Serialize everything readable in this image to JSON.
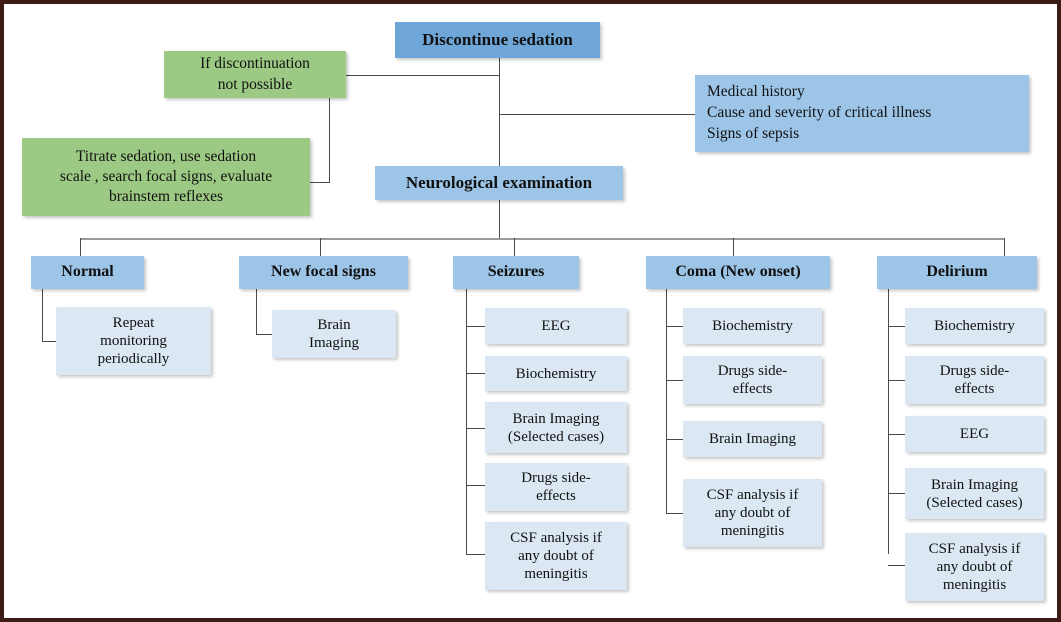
{
  "diagram": {
    "title": "Discontinue sedation",
    "border_color": "#3d1b16",
    "root": {
      "label": "Discontinue sedation"
    },
    "neuro": {
      "label": "Neurological examination"
    },
    "info_box": {
      "label": "Medical history\nCause and severity of critical illness\nSigns of sepsis"
    },
    "green_boxes": [
      {
        "label": "If discontinuation\nnot possible"
      },
      {
        "label": "Titrate sedation, use sedation\nscale , search focal signs, evaluate\nbrainstem reflexes"
      }
    ],
    "columns": [
      {
        "header": "Normal",
        "items": [
          {
            "label": "Repeat\nmonitoring\nperiodically"
          }
        ]
      },
      {
        "header": "New focal signs",
        "items": [
          {
            "label": "Brain\nImaging"
          }
        ]
      },
      {
        "header": "Seizures",
        "items": [
          {
            "label": "EEG"
          },
          {
            "label": "Biochemistry"
          },
          {
            "label": "Brain Imaging\n(Selected cases)"
          },
          {
            "label": "Drugs side-\neffects"
          },
          {
            "label": "CSF analysis if\nany doubt of\nmeningitis"
          }
        ]
      },
      {
        "header": "Coma (New onset)",
        "items": [
          {
            "label": "Biochemistry"
          },
          {
            "label": "Drugs side-\neffects"
          },
          {
            "label": "Brain Imaging"
          },
          {
            "label": "CSF analysis if\nany doubt of\nmeningitis"
          }
        ]
      },
      {
        "header": "Delirium",
        "items": [
          {
            "label": "Biochemistry"
          },
          {
            "label": "Drugs side-\neffects"
          },
          {
            "label": "EEG"
          },
          {
            "label": "Brain Imaging\n(Selected cases)"
          },
          {
            "label": "CSF analysis if\nany doubt of\nmeningitis"
          }
        ]
      }
    ],
    "colors": {
      "root_blue": "#6ea6d8",
      "header_blue": "#9dc5e8",
      "leaf_blue": "#dbe8f3",
      "green": "#9cc983",
      "line": "#4a4a4a",
      "bus": "#9a9a9a"
    }
  }
}
